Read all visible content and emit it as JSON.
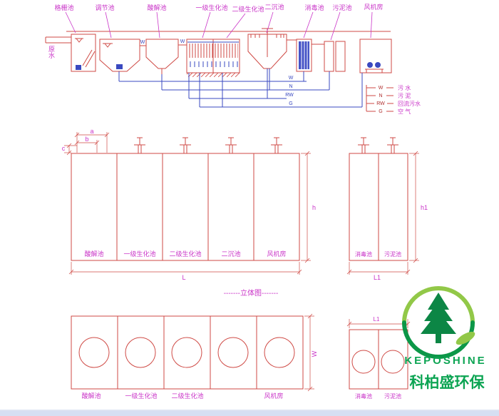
{
  "flow": {
    "source_label": "原水",
    "tank_labels": [
      "格栅池",
      "调节池",
      "酸解池",
      "一级生化池",
      "二级生化池",
      "二沉池",
      "消毒池",
      "污泥池",
      "风机房"
    ],
    "pipe_tags": {
      "w1": "W",
      "w2": "W",
      "out_w": "W",
      "out_n": "N",
      "out_rw": "RW",
      "out_g": "G"
    },
    "legend": {
      "items": [
        {
          "symbol": "W",
          "label": "污 水"
        },
        {
          "symbol": "N",
          "label": "污 泥"
        },
        {
          "symbol": "RW",
          "label": "回流污水"
        },
        {
          "symbol": "G",
          "label": "空 气"
        }
      ]
    }
  },
  "elevation": {
    "tanks": [
      "酸解池",
      "一级生化池",
      "二级生化池",
      "二沉池",
      "风机房"
    ],
    "side_tanks": [
      "消毒池",
      "污泥池"
    ],
    "dims": {
      "a": "a",
      "b": "b",
      "c": "c",
      "h": "h",
      "h1": "h1",
      "L": "L",
      "L1": "L1"
    }
  },
  "plan": {
    "title": "-------立体图-------",
    "tanks": [
      "酸解池",
      "一级生化池",
      "二级生化池",
      "风机房"
    ],
    "side_tanks": [
      "消毒池",
      "污泥池"
    ],
    "dims": {
      "W": "W",
      "L1": "L1"
    }
  },
  "watermark": {
    "brand": "KEPOSHINE",
    "name": "科柏盛环保"
  },
  "colors": {
    "line": "#cf4a45",
    "label": "#ca35c8",
    "pipe": "#3a49c0",
    "brand": "#00a04a"
  }
}
